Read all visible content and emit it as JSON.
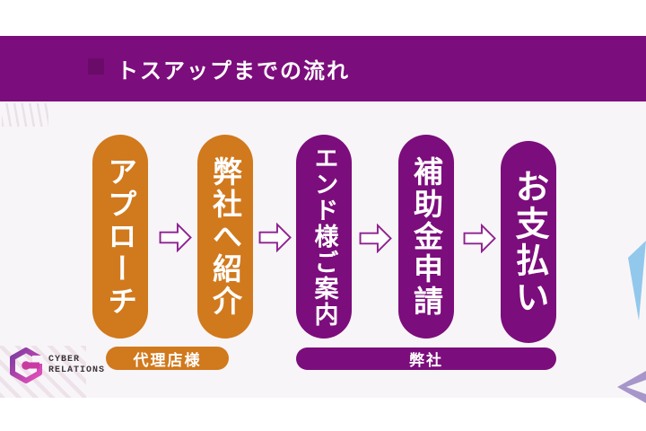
{
  "header": {
    "title": "トスアップまでの流れ"
  },
  "flow": {
    "steps": [
      {
        "label": "アプローチ",
        "group": "agency"
      },
      {
        "label": "弊社へ紹介",
        "group": "agency"
      },
      {
        "label": "エンド様ご案内",
        "group": "company"
      },
      {
        "label": "補助金申請",
        "group": "company"
      },
      {
        "label": "お支払い",
        "group": "company"
      }
    ],
    "agency_label": "代理店様",
    "company_label": "弊社"
  },
  "logo": {
    "line1": "CYBER",
    "line2": "RELATIONS"
  },
  "icons": {
    "arrow": "arrow-right-icon",
    "logo_mark": "hexagon-logo-icon"
  },
  "colors": {
    "orange": "#d1791d",
    "purple": "#7c0d7c",
    "arrow_outline": "#8e2290",
    "blue_accent": "#92c8ec",
    "lavender_accent": "#a796c9",
    "content_bg": "#f8f5f8"
  }
}
